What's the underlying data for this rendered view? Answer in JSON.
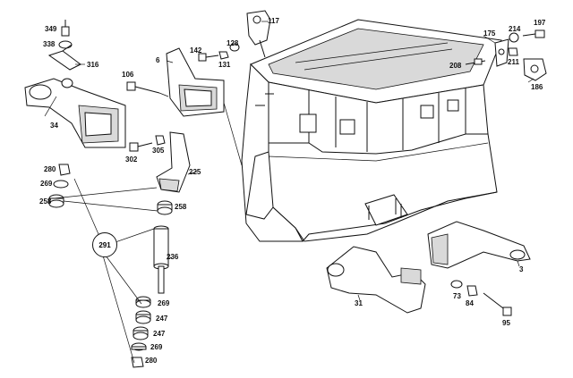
{
  "callouts": {
    "c349": "349",
    "c338": "338",
    "c316": "316",
    "c34": "34",
    "c6": "6",
    "c142": "142",
    "c128": "128",
    "c131": "131",
    "c117": "117",
    "c106": "106",
    "c302": "302",
    "c305": "305",
    "c225": "225",
    "c280a": "280",
    "c269a": "269",
    "c258a": "258",
    "c258b": "258",
    "c291": "291",
    "c236": "236",
    "c269b": "269",
    "c247a": "247",
    "c247b": "247",
    "c269c": "269",
    "c280b": "280",
    "c175": "175",
    "c214": "214",
    "c197": "197",
    "c211": "211",
    "c208": "208",
    "c186": "186",
    "c3": "3",
    "c31": "31",
    "c73": "73",
    "c84": "84",
    "c95": "95"
  }
}
